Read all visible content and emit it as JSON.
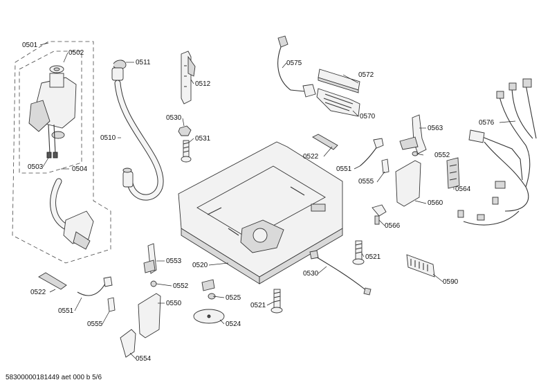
{
  "labels": {
    "l0501": "0501",
    "l0502": "0502",
    "l0503": "0503",
    "l0504": "0504",
    "l0510": "0510",
    "l0511": "0511",
    "l0512": "0512",
    "l0530a": "0530",
    "l0531": "0531",
    "l0575": "0575",
    "l0572": "0572",
    "l0570": "0570",
    "l0563": "0563",
    "l0576": "0576",
    "l0522a": "0522",
    "l0551a": "0551",
    "l0552a": "0552",
    "l0555a": "0555",
    "l0564": "0564",
    "l0560": "0560",
    "l0566": "0566",
    "l0520": "0520",
    "l0521a": "0521",
    "l0530b": "0530",
    "l0590": "0590",
    "l0521b": "0521",
    "l0553": "0553",
    "l0552b": "0552",
    "l0550": "0550",
    "l0522b": "0522",
    "l0551b": "0551",
    "l0555b": "0555",
    "l0554": "0554",
    "l0525": "0525",
    "l0524": "0524"
  },
  "footer": {
    "doc_code": "58300000181449 aet 000 b 5/6"
  },
  "colors": {
    "line": "#333333",
    "fill": "#f2f2f2",
    "shade": "#d9d9d9"
  }
}
